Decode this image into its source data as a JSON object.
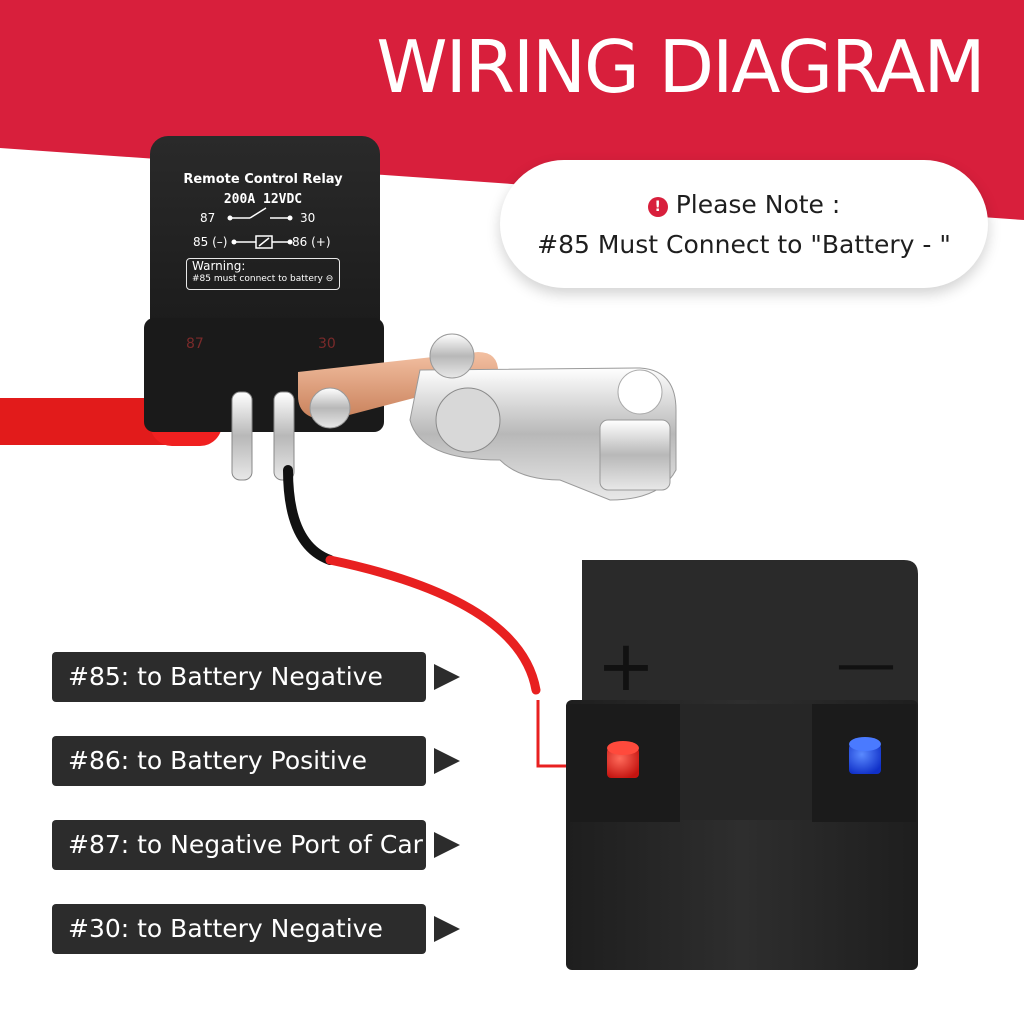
{
  "title": "WIRING DIAGRAM",
  "note": {
    "icon": "exclamation-circle-icon",
    "heading": "Please Note :",
    "body": "#85 Must Connect to \"Battery - \""
  },
  "relay": {
    "name": "Remote Control Relay",
    "rating": "200A   12VDC",
    "pin87": "87",
    "pin30": "30",
    "pin85": "85 (–)",
    "pin86": "86 (+)",
    "warning_title": "Warning:",
    "warning_text": "#85 must connect to battery ⊖",
    "port_left": "87",
    "port_right": "30"
  },
  "battery": {
    "positive_symbol": "+",
    "negative_symbol": "—"
  },
  "connections": [
    {
      "text": "#85: to Battery Negative"
    },
    {
      "text": "#86: to Battery Positive"
    },
    {
      "text": "#87: to Negative Port of Car"
    },
    {
      "text": "#30: to Battery Negative"
    }
  ],
  "colors": {
    "brand_red": "#d81f3c",
    "label_bg": "#2c2c2c",
    "positive_terminal": "#e8231f",
    "negative_terminal": "#1f4fe8"
  }
}
